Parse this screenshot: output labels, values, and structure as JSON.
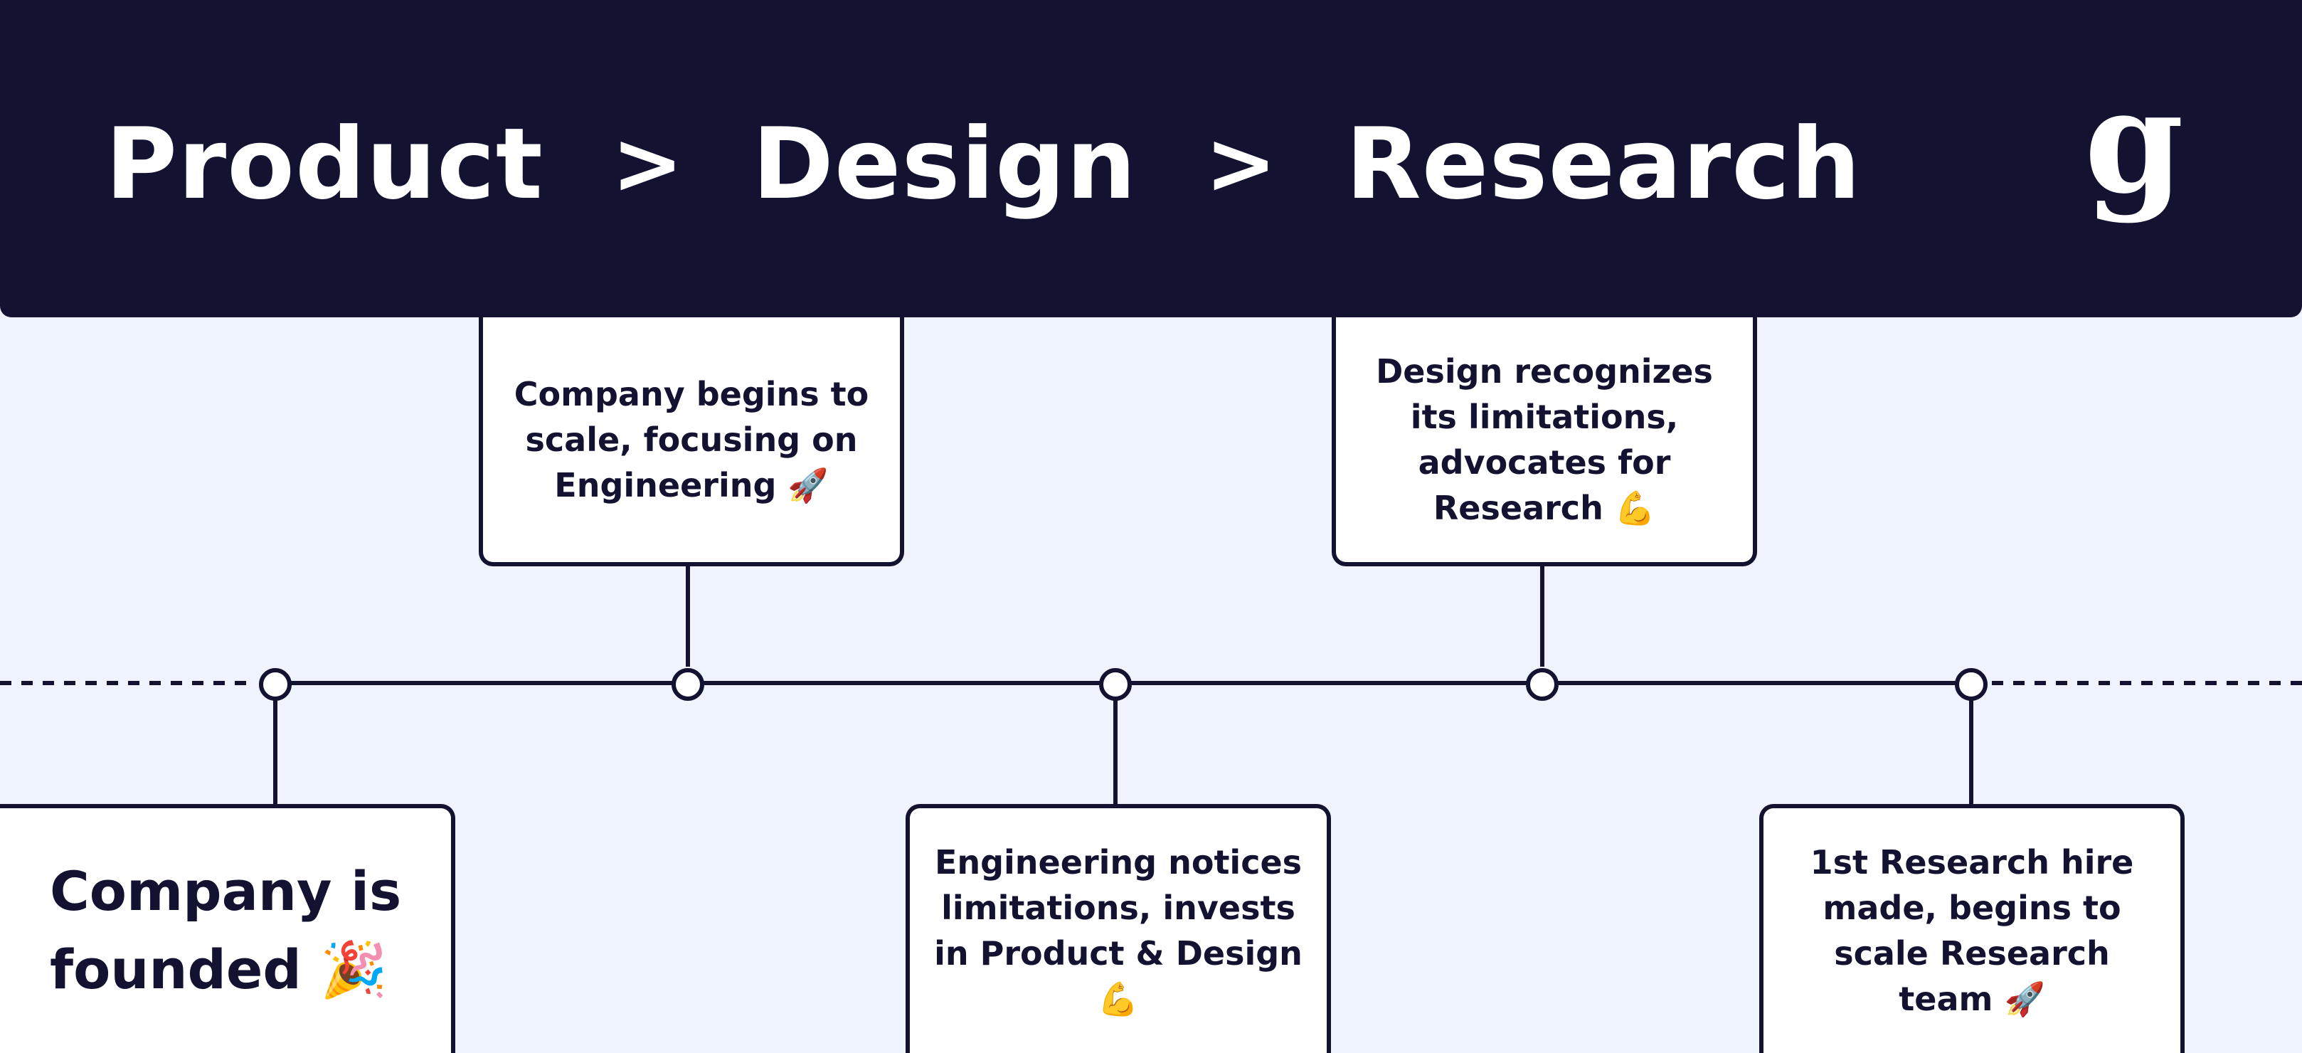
{
  "header": {
    "breadcrumb": [
      {
        "label": "Product"
      },
      {
        "label": "Design"
      },
      {
        "label": "Research"
      }
    ],
    "separator": ">",
    "logo_text": "g",
    "background": "#131231",
    "text_color": "#ffffff"
  },
  "timeline": {
    "line_color": "#131231",
    "background": "#eef3fd",
    "events": [
      {
        "text": "Company is founded 🎉",
        "position": "below"
      },
      {
        "text": "Company begins to scale, focusing on Engineering 🚀",
        "position": "above"
      },
      {
        "text": "Engineering notices limitations, invests in Product & Design 💪",
        "position": "below"
      },
      {
        "text": "Design recognizes its limitations, advocates for Research 💪",
        "position": "above"
      },
      {
        "text": "1st Research hire made, begins to scale Research team 🚀",
        "position": "below"
      }
    ]
  }
}
